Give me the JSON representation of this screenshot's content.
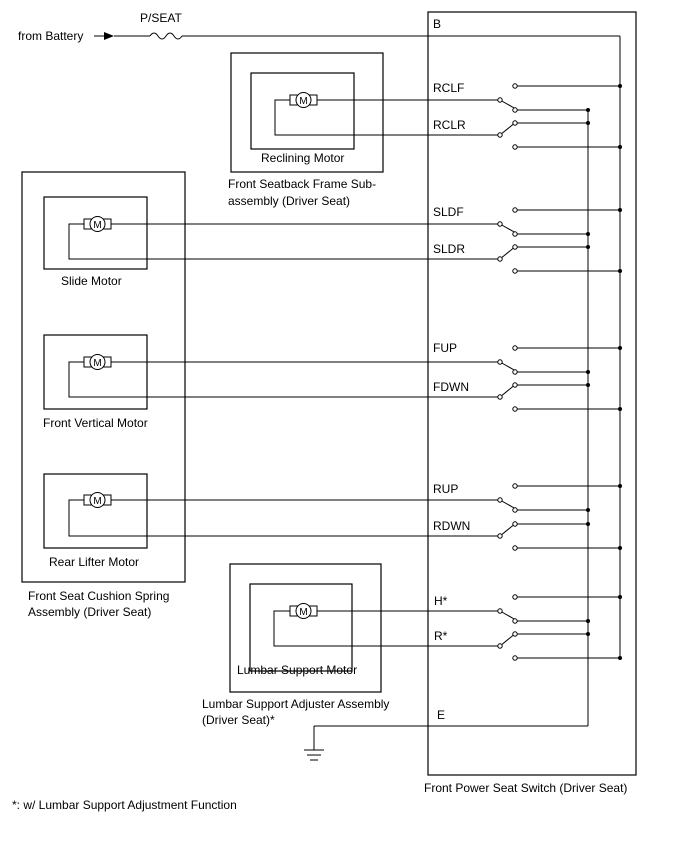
{
  "battery": {
    "label": "from Battery",
    "fuse_label": "P/SEAT"
  },
  "switch_assembly": {
    "label": "Front Power Seat Switch (Driver Seat)",
    "terminal_b": "B",
    "terminal_e": "E",
    "terminals": [
      "RCLF",
      "RCLR",
      "SLDF",
      "SLDR",
      "FUP",
      "FDWN",
      "RUP",
      "RDWN",
      "H*",
      "R*"
    ]
  },
  "motor_symbol": "M",
  "reclining": {
    "motor_label": "Reclining Motor",
    "assembly_label_line1": "Front Seatback Frame Sub-",
    "assembly_label_line2": "assembly (Driver Seat)"
  },
  "cushion": {
    "slide_label": "Slide Motor",
    "vertical_label": "Front Vertical Motor",
    "lifter_label": "Rear Lifter Motor",
    "assembly_label_line1": "Front Seat Cushion Spring",
    "assembly_label_line2": "Assembly (Driver Seat)"
  },
  "lumbar": {
    "motor_label": "Lumbar Support Motor",
    "assembly_label_line1": "Lumbar Support Adjuster Assembly",
    "assembly_label_line2": "(Driver Seat)*"
  },
  "footnote": "*: w/ Lumbar Support Adjustment Function",
  "icons": {
    "motor": "motor-icon",
    "fuse": "fuse-icon",
    "ground": "ground-icon",
    "switch": "switch-icon",
    "arrow": "arrow-icon"
  }
}
